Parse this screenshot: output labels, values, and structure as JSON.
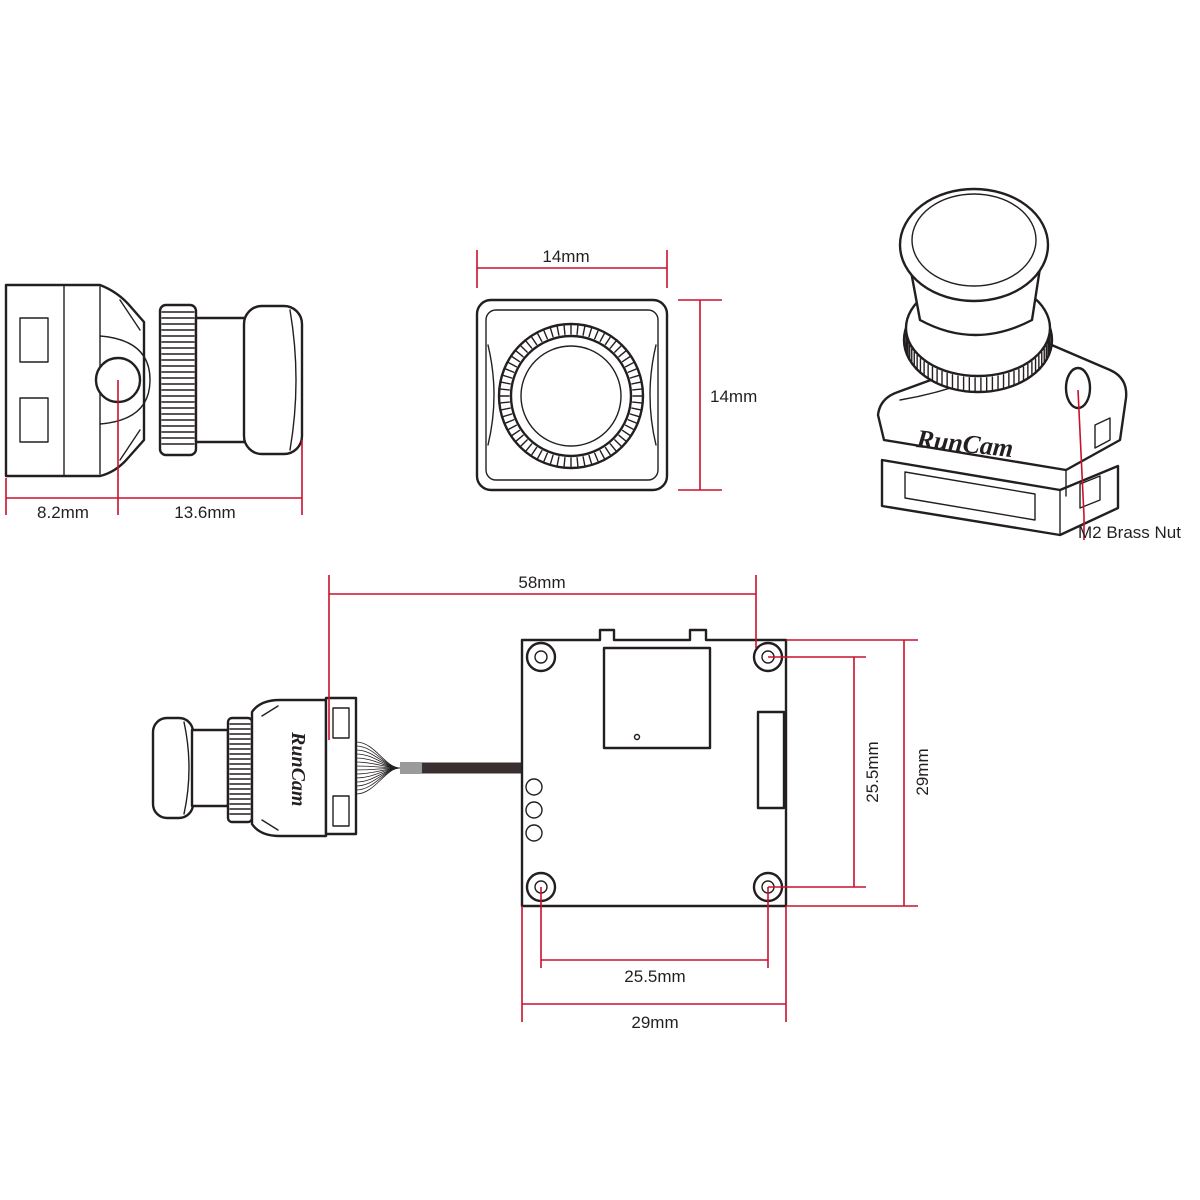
{
  "diagram": {
    "side_view": {
      "depth_label": "8.2mm",
      "lens_length_label": "13.6mm"
    },
    "front_view": {
      "width_label": "14mm",
      "height_label": "14mm"
    },
    "iso_view": {
      "logo": "RunCam",
      "nut_label": "M2 Brass Nut"
    },
    "bottom_view": {
      "overall_length_label": "58mm",
      "board_hole_pitch_h_label": "25.5mm",
      "board_width_label": "29mm",
      "board_hole_pitch_v_label": "25.5mm",
      "board_height_label": "29mm",
      "logo": "RunCam"
    },
    "colors": {
      "dimension_line": "#c8102e",
      "outline": "#231f20",
      "cable": "#3a2f2f",
      "cable_sleeve": "#9b9b9b"
    }
  }
}
